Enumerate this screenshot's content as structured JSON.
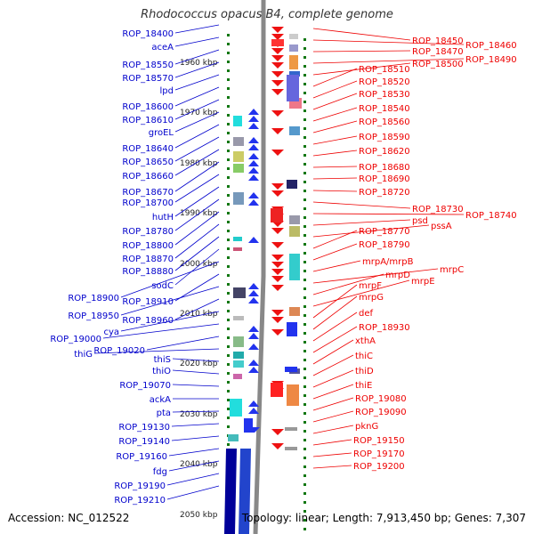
{
  "title": "Rhodococcus opacus B4, complete genome",
  "footer": {
    "accession": "Accession: NC_012522",
    "topology": "Topology: linear; Length: 7,913,450 bp; Genes: 7,307"
  },
  "colors": {
    "left_label": "#0000cc",
    "right_label": "#ee0000",
    "forward_gene": "#2233ee",
    "reverse_gene": "#ee1111",
    "axis": "#888888",
    "tick": "#117711"
  },
  "kbp_labels": [
    "1960 kbp",
    "1970 kbp",
    "1980 kbp",
    "1990 kbp",
    "2000 kbp",
    "2010 kbp",
    "2020 kbp",
    "2030 kbp",
    "2040 kbp",
    "2050 kbp"
  ],
  "left_labels": [
    "ROP_18400",
    "aceA",
    "ROP_18550",
    "ROP_18570",
    "lpd",
    "ROP_18600",
    "ROP_18610",
    "groEL",
    "ROP_18640",
    "ROP_18650",
    "ROP_18660",
    "ROP_18670",
    "ROP_18700",
    "hutH",
    "ROP_18780",
    "ROP_18800",
    "ROP_18870",
    "ROP_18880",
    "sodC",
    "ROP_18900",
    "ROP_18910",
    "ROP_18950",
    "ROP_18960",
    "cya",
    "ROP_19000",
    "ROP_19020",
    "thiG",
    "thiS",
    "thiO",
    "ROP_19070",
    "ackA",
    "pta",
    "ROP_19130",
    "ROP_19140",
    "ROP_19160",
    "fdg",
    "ROP_19190",
    "ROP_19210"
  ],
  "right_labels": [
    "ROP_18450",
    "ROP_18460",
    "ROP_18470",
    "ROP_18490",
    "ROP_18500",
    "ROP_18510",
    "ROP_18520",
    "ROP_18530",
    "ROP_18540",
    "ROP_18560",
    "ROP_18590",
    "ROP_18620",
    "ROP_18680",
    "ROP_18690",
    "ROP_18720",
    "ROP_18730",
    "ROP_18740",
    "psd",
    "pssA",
    "ROP_18770",
    "ROP_18790",
    "mrpA/mrpB",
    "mrpC",
    "mrpD",
    "mrpE",
    "mrpF",
    "mrpG",
    "def",
    "ROP_18930",
    "xthA",
    "thiC",
    "thiD",
    "thiE",
    "ROP_19080",
    "ROP_19090",
    "pknG",
    "ROP_19150",
    "ROP_19170",
    "ROP_19200"
  ]
}
